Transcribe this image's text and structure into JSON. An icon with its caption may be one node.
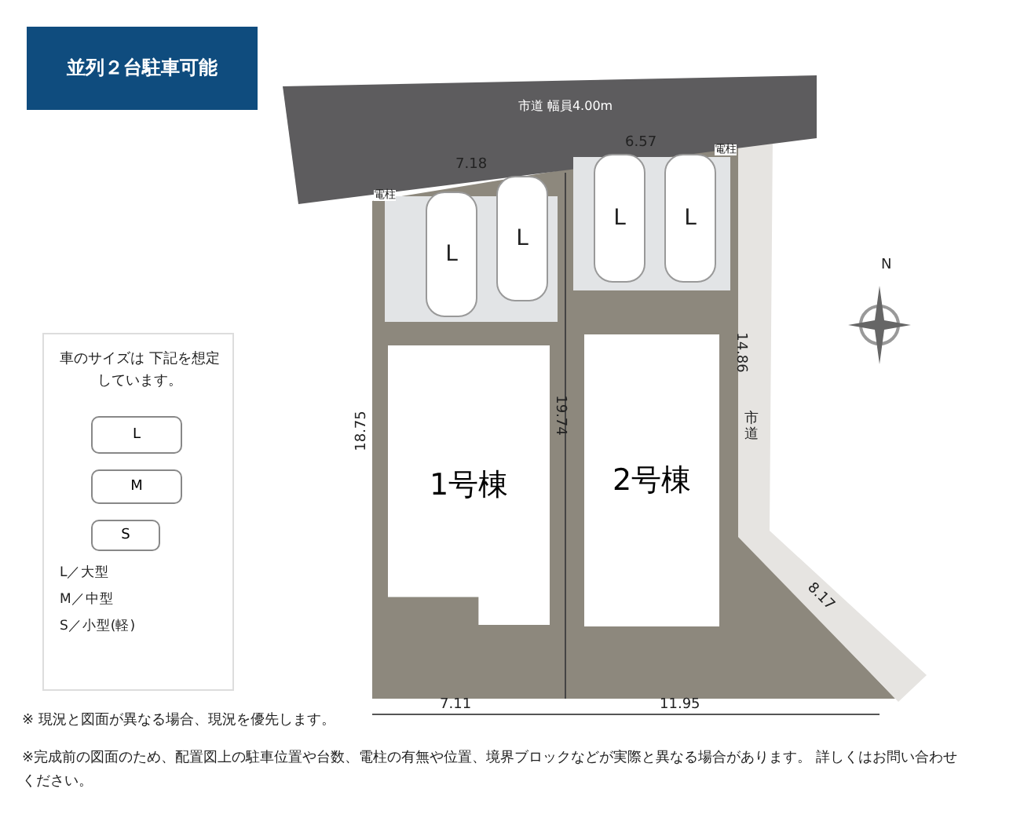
{
  "diagram": {
    "title": "並列２台駐車可能",
    "nodes": [
      {
        "text": [
          "市道 幅員4.00m"
        ]
      },
      {
        "text": [
          "市道"
        ]
      },
      {
        "text": [
          "1号棟"
        ]
      },
      {
        "text": [
          "2号棟"
        ]
      },
      {
        "text": [
          "L"
        ]
      },
      {
        "text": [
          "L"
        ]
      },
      {
        "text": [
          "L"
        ]
      },
      {
        "text": [
          "L"
        ]
      },
      {
        "text": [
          "車のサイズは 下記を想定しています。",
          "L／大型",
          "M／中型",
          "S／小型(軽)"
        ]
      },
      {
        "text": [
          "L"
        ],
        "in": 8
      },
      {
        "text": [
          "M"
        ],
        "in": 8
      },
      {
        "text": [
          "S"
        ],
        "in": 8
      }
    ],
    "edges": [],
    "labels": [
      "7.18",
      "6.57",
      "電柱",
      "電柱",
      "18.75",
      "19.74",
      "14.86",
      "8.17",
      "7.11",
      "11.95",
      "N",
      "※ 現況と図面が異なる場合、現況を優先します。",
      "※完成前の図面のため、配置図上の駐車位置や台数、電柱の有無や位置、境界ブロックなどが実際と異なる場合があります。 詳しくはお問い合わせください。"
    ]
  }
}
